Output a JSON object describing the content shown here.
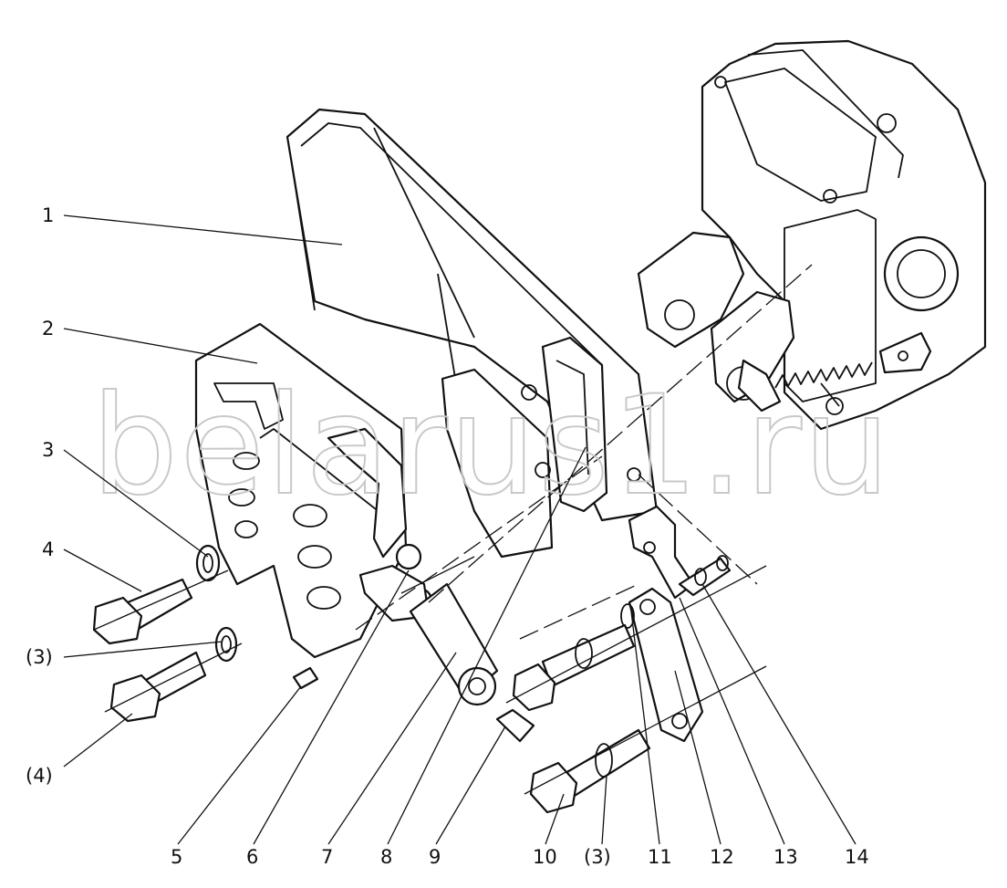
{
  "watermark": "belarus1.ru",
  "callouts": [
    {
      "id": "c1",
      "text": "1"
    },
    {
      "id": "c2",
      "text": "2"
    },
    {
      "id": "c3",
      "text": "3"
    },
    {
      "id": "c4",
      "text": "4"
    },
    {
      "id": "c3b",
      "text": "(3)"
    },
    {
      "id": "c4b",
      "text": "(4)"
    },
    {
      "id": "c5",
      "text": "5"
    },
    {
      "id": "c6",
      "text": "6"
    },
    {
      "id": "c7",
      "text": "7"
    },
    {
      "id": "c8",
      "text": "8"
    },
    {
      "id": "c9",
      "text": "9"
    },
    {
      "id": "c10",
      "text": "10"
    },
    {
      "id": "c3c",
      "text": "(3)"
    },
    {
      "id": "c11",
      "text": "11"
    },
    {
      "id": "c12",
      "text": "12"
    },
    {
      "id": "c13",
      "text": "13"
    },
    {
      "id": "c14",
      "text": "14"
    }
  ]
}
